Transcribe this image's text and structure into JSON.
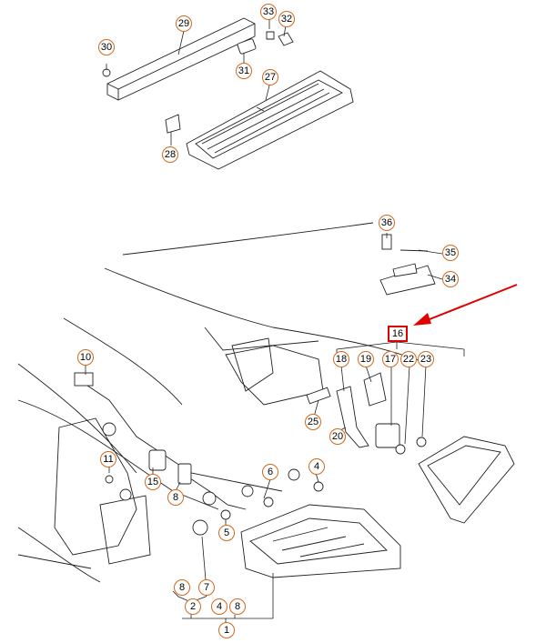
{
  "diagram": {
    "labels": {
      "n1": "1",
      "n2": "2",
      "n4a": "4",
      "n4b": "4",
      "n5": "5",
      "n6": "6",
      "n7": "7",
      "n8a": "8",
      "n8b": "8",
      "n8c": "8",
      "n10": "10",
      "n11": "11",
      "n15": "15",
      "n16": "16",
      "n17": "17",
      "n18": "18",
      "n19": "19",
      "n20": "20",
      "n22": "22",
      "n23": "23",
      "n25": "25",
      "n27": "27",
      "n28": "28",
      "n29": "29",
      "n30": "30",
      "n31": "31",
      "n32": "32",
      "n33": "33",
      "n34": "34",
      "n35": "35",
      "n36": "36"
    },
    "colors": {
      "line": "#222222",
      "bubble": "#d2691e",
      "highlight": "#e00000"
    }
  }
}
